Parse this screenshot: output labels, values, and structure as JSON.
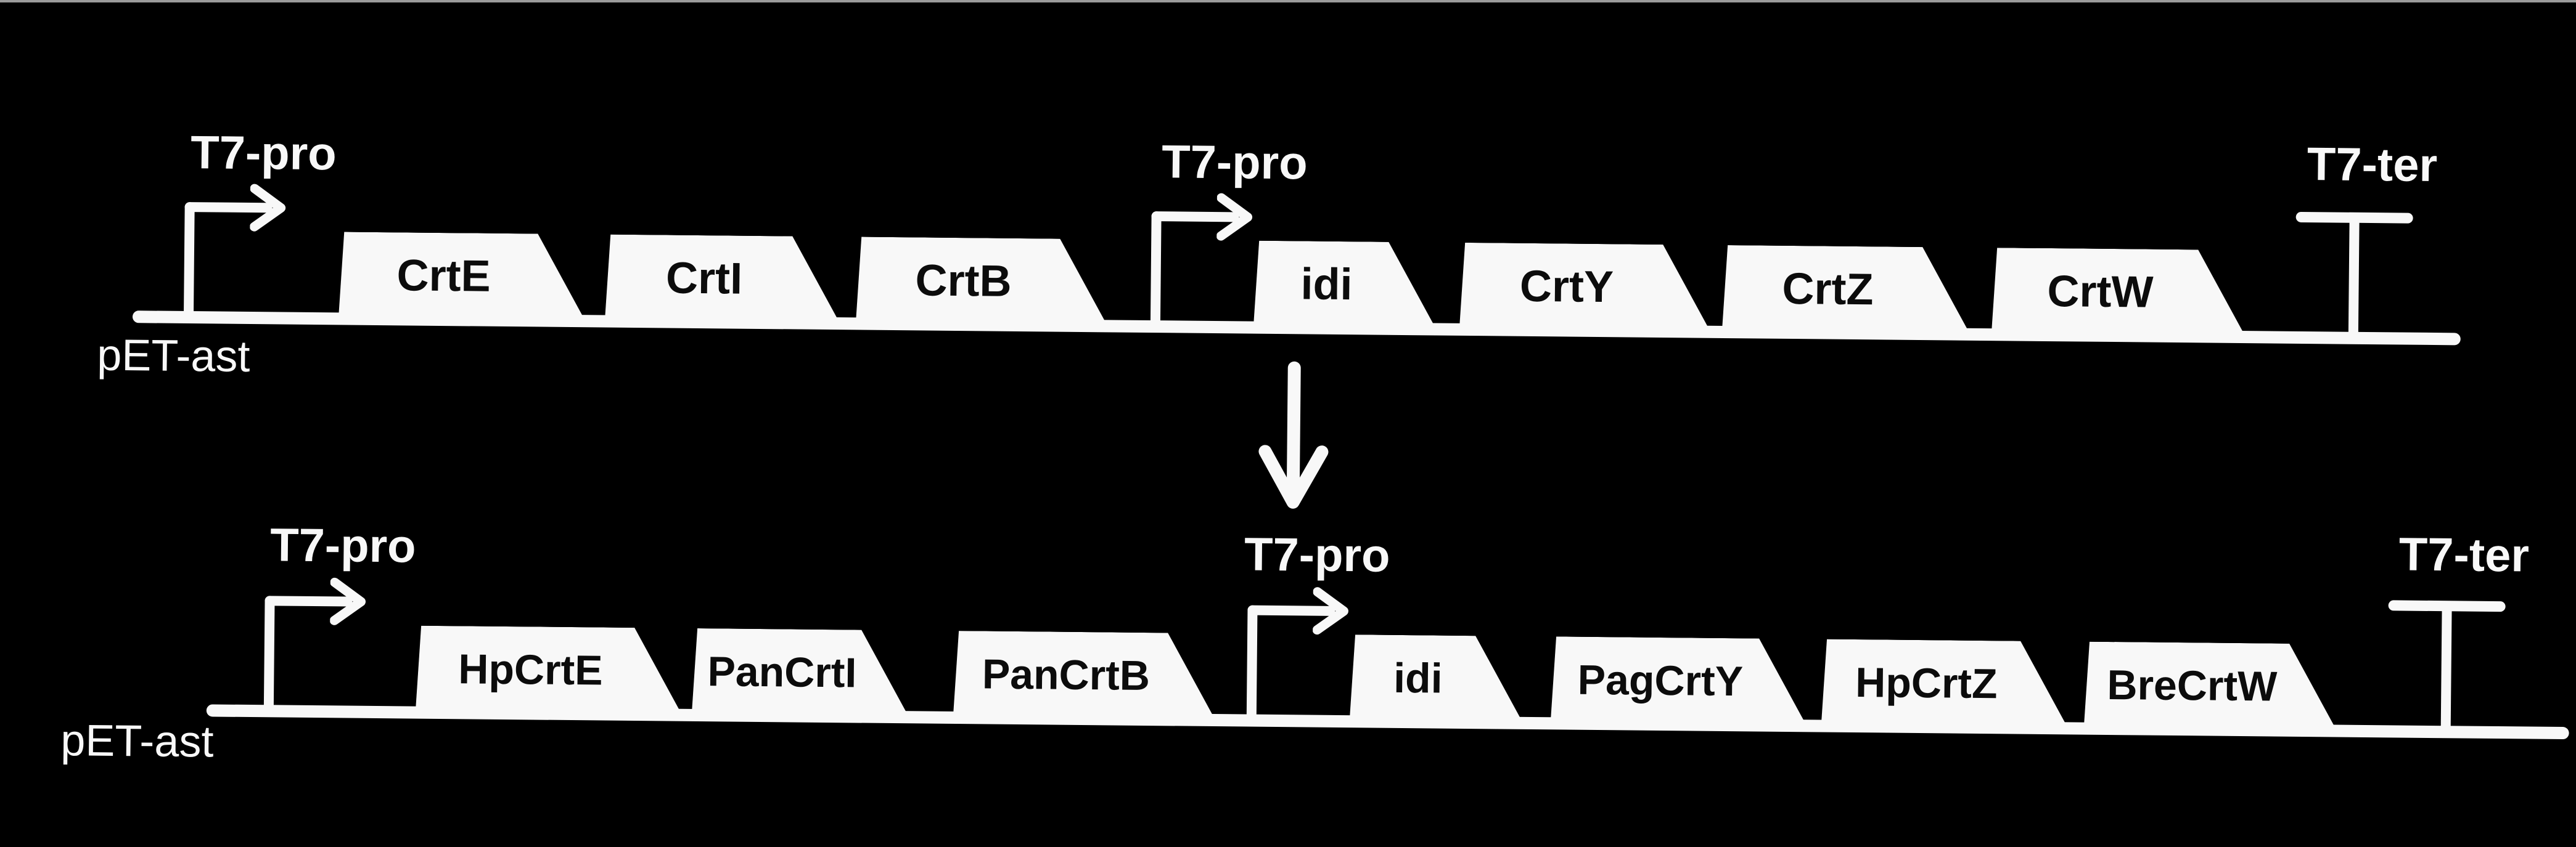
{
  "colors": {
    "background": "#000000",
    "diagram_foreground": "#f8f8f8",
    "gene_label_text": "#0c0c0c",
    "top_edge_strip": "#9b9b9b"
  },
  "icons": {
    "promoter": "bent-arrow-right-icon",
    "terminator": "t-bar-terminator-icon",
    "transformation": "arrow-down-icon"
  },
  "constructs": [
    {
      "plasmid_label": "pET-ast",
      "promoters": [
        {
          "label": "T7-pro"
        },
        {
          "label": "T7-pro"
        }
      ],
      "genes": [
        {
          "label": "CrtE"
        },
        {
          "label": "CrtI"
        },
        {
          "label": "CrtB"
        },
        {
          "label": "idi"
        },
        {
          "label": "CrtY"
        },
        {
          "label": "CrtZ"
        },
        {
          "label": "CrtW"
        }
      ],
      "terminator_label": "T7-ter"
    },
    {
      "plasmid_label": "pET-ast",
      "promoters": [
        {
          "label": "T7-pro"
        },
        {
          "label": "T7-pro"
        }
      ],
      "genes": [
        {
          "label": "HpCrtE"
        },
        {
          "label": "PanCrtI"
        },
        {
          "label": "PanCrtB"
        },
        {
          "label": "idi"
        },
        {
          "label": "PagCrtY"
        },
        {
          "label": "HpCrtZ"
        },
        {
          "label": "BreCrtW"
        }
      ],
      "terminator_label": "T7-ter"
    }
  ]
}
